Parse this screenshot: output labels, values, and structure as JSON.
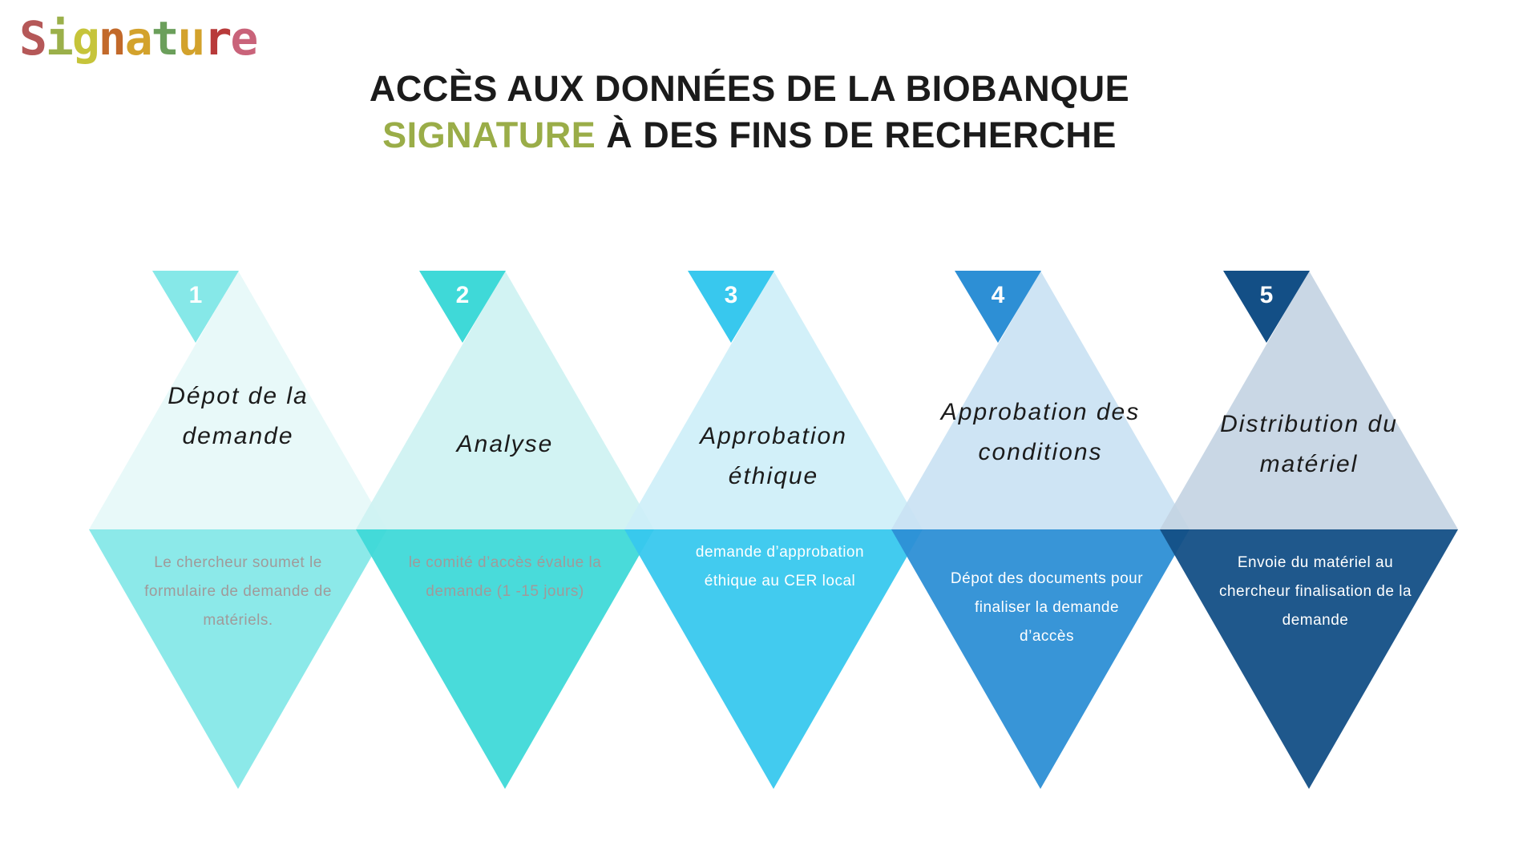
{
  "logo": {
    "text": "Signature",
    "letter_colors": [
      "#b55858",
      "#9bb04a",
      "#c6c43a",
      "#c2692a",
      "#d3a22c",
      "#6b9f5b",
      "#d3a22c",
      "#b83a3a",
      "#c9637a"
    ]
  },
  "title": {
    "line1": "ACCÈS AUX DONNÉES DE LA BIOBANQUE",
    "highlight": "SIGNATURE",
    "line2_rest": " À DES FINS DE RECHERCHE",
    "highlight_color": "#9aad48"
  },
  "steps": [
    {
      "number": "1",
      "title": "Dépot de la demande",
      "description": "Le chercheur soumet le formulaire de demande de matériels.",
      "light": "#e6f8f8",
      "dark": "#86e8e8",
      "text_color": "#a09a9a"
    },
    {
      "number": "2",
      "title": "Analyse",
      "description": "le comité d’accès évalue la demande (1 -15 jours)",
      "light": "#cdf2f2",
      "dark": "#3fd9d8",
      "text_color": "#a09a9a"
    },
    {
      "number": "3",
      "title": "Approbation éthique",
      "description": "demande d’approbation éthique au CER local",
      "light": "#cdeef8",
      "dark": "#38c8ee",
      "text_color": "#ffffff"
    },
    {
      "number": "4",
      "title": "Approbation des conditions",
      "description": "Dépot des documents pour finaliser la demande d’accès",
      "light": "#c9e1f3",
      "dark": "#2d8fd5",
      "text_color": "#ffffff"
    },
    {
      "number": "5",
      "title": "Distribution du matériel",
      "description": "Envoie du matériel au chercheur finalisation de la demande",
      "light": "#c3d3e2",
      "dark": "#134f86",
      "text_color": "#ffffff"
    }
  ]
}
